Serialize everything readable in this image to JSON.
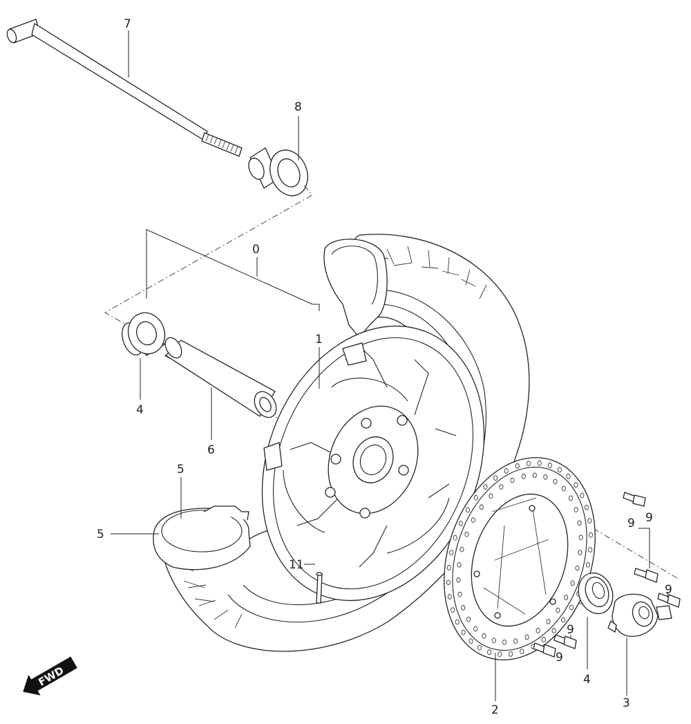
{
  "callouts": {
    "c0": "0",
    "c1": "1",
    "c2": "2",
    "c3": "3",
    "c4a": "4",
    "c4b": "4",
    "c5a": "5",
    "c5b": "5",
    "c6": "6",
    "c7": "7",
    "c8": "8",
    "c9a": "9",
    "c9b": "9",
    "c9c": "9",
    "c9d": "9",
    "c9e": "9",
    "c11": "11"
  },
  "direction": {
    "label": "FWD"
  }
}
